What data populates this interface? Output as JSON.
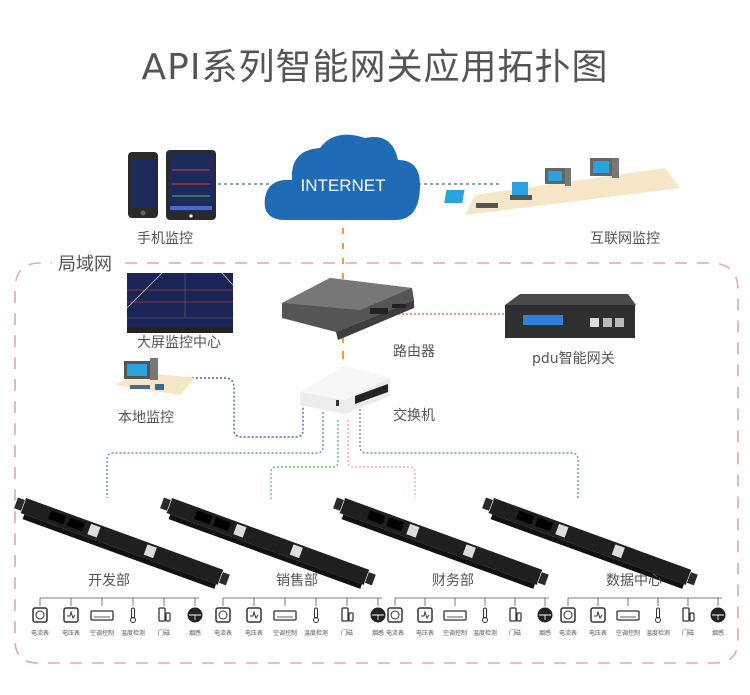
{
  "title": "API系列智能网关应用拓扑图",
  "cloud": {
    "label": "INTERNET",
    "color": "#1f6bb5"
  },
  "lan_label": "局域网",
  "nodes": {
    "mobile": "手机监控",
    "internet_monitor": "互联网监控",
    "big_screen": "大屏监控中心",
    "router": "路由器",
    "gateway": "pdu智能网关",
    "local": "本地监控",
    "switch": "交换机"
  },
  "departments": [
    {
      "name": "开发部",
      "link_color": "#6b8fb0"
    },
    {
      "name": "销售部",
      "link_color": "#6abf69"
    },
    {
      "name": "财务部",
      "link_color": "#f2a6b0"
    },
    {
      "name": "数据中心",
      "link_color": "#6b8fc4"
    }
  ],
  "sensors": [
    {
      "icon": "ammeter-icon",
      "label": "电流表"
    },
    {
      "icon": "voltmeter-icon",
      "label": "电压表"
    },
    {
      "icon": "air-conditioner-icon",
      "label": "空调控制"
    },
    {
      "icon": "thermometer-icon",
      "label": "温度检测"
    },
    {
      "icon": "door-sensor-icon",
      "label": "门磁"
    },
    {
      "icon": "smoke-detector-icon",
      "label": "烟感"
    }
  ],
  "colors": {
    "lan_border": "#e0a9ab",
    "internet_link": "#e8a13a",
    "gateway_link": "#e07a5f",
    "wan_link": "#4a6a8a"
  }
}
